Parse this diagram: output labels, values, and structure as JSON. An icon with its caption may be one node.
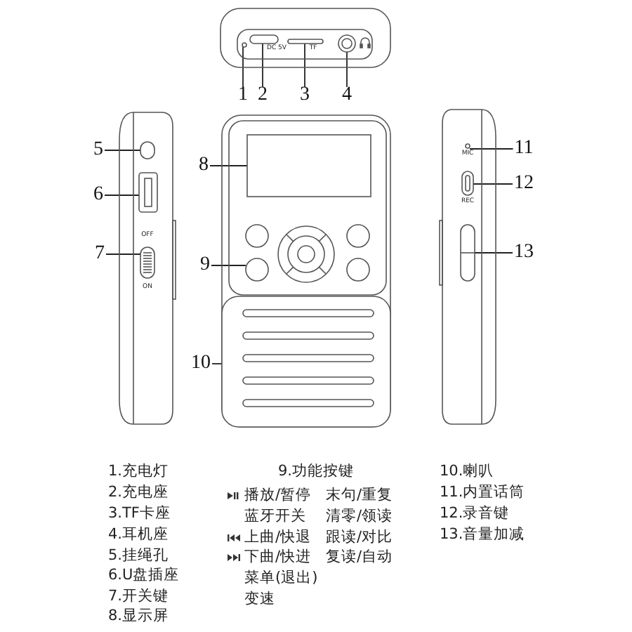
{
  "diagram": {
    "nodes": [
      {
        "text": [
          "1"
        ]
      },
      {
        "text": [
          "2"
        ]
      },
      {
        "text": [
          "3"
        ]
      },
      {
        "text": [
          "4"
        ]
      },
      {
        "text": [
          "5"
        ]
      },
      {
        "text": [
          "6"
        ]
      },
      {
        "text": [
          "7"
        ]
      },
      {
        "text": [
          "8"
        ]
      },
      {
        "text": [
          "9"
        ]
      },
      {
        "text": [
          "10"
        ]
      },
      {
        "text": [
          "11"
        ]
      },
      {
        "text": [
          "12"
        ]
      },
      {
        "text": [
          "13"
        ]
      },
      {
        "text": [],
        "shape": "circle"
      },
      {
        "text": [],
        "shape": "box",
        "beside": [
          "DC 5V"
        ]
      },
      {
        "text": [],
        "shape": "box",
        "beside": [
          "TF"
        ]
      },
      {
        "text": [],
        "shape": "circle"
      },
      {
        "text": [],
        "shape": "box"
      },
      {
        "text": [],
        "shape": "box"
      },
      {
        "text": [],
        "shape": "box",
        "beside": [
          "OFF",
          "ON"
        ]
      },
      {
        "text": [],
        "shape": "box"
      },
      {
        "text": [],
        "shape": "circle"
      },
      {
        "text": [],
        "shape": "box"
      },
      {
        "text": [],
        "shape": "circle",
        "beside": [
          "MIC"
        ]
      },
      {
        "text": [],
        "shape": "box",
        "beside": [
          "REC"
        ]
      },
      {
        "text": [],
        "shape": "box"
      }
    ],
    "edges": [
      {
        "from": 0,
        "to": 13,
        "arrow": "none"
      },
      {
        "from": 1,
        "to": 14,
        "arrow": "none"
      },
      {
        "from": 2,
        "to": 15,
        "arrow": "none"
      },
      {
        "from": 3,
        "to": 16,
        "arrow": "none"
      },
      {
        "from": 4,
        "to": 17,
        "arrow": "none"
      },
      {
        "from": 5,
        "to": 18,
        "arrow": "none"
      },
      {
        "from": 6,
        "to": 19,
        "arrow": "none"
      },
      {
        "from": 7,
        "to": 20,
        "arrow": "none"
      },
      {
        "from": 8,
        "to": 21,
        "arrow": "none"
      },
      {
        "from": 9,
        "to": 22,
        "arrow": "none"
      },
      {
        "from": 10,
        "to": 23,
        "arrow": "none"
      },
      {
        "from": 11,
        "to": 24,
        "arrow": "none"
      },
      {
        "from": 12,
        "to": 25,
        "arrow": "none"
      }
    ],
    "labels": [
      "1.充电灯",
      "9.功能按键",
      "10.喇叭",
      "2.充电座",
      "播放/暂停",
      "末句/重复",
      "11.内置话筒",
      "3.TF卡座",
      "蓝牙开关",
      "清零/领读",
      "12.录音键",
      "4.耳机座",
      "上曲/快退",
      "跟读/对比",
      "13.音量加减",
      "5.挂绳孔",
      "下曲/快进",
      "复读/自动",
      "6.U盘插座",
      "菜单(退出)",
      "7.开关键",
      "变速",
      "8.显示屏"
    ]
  }
}
